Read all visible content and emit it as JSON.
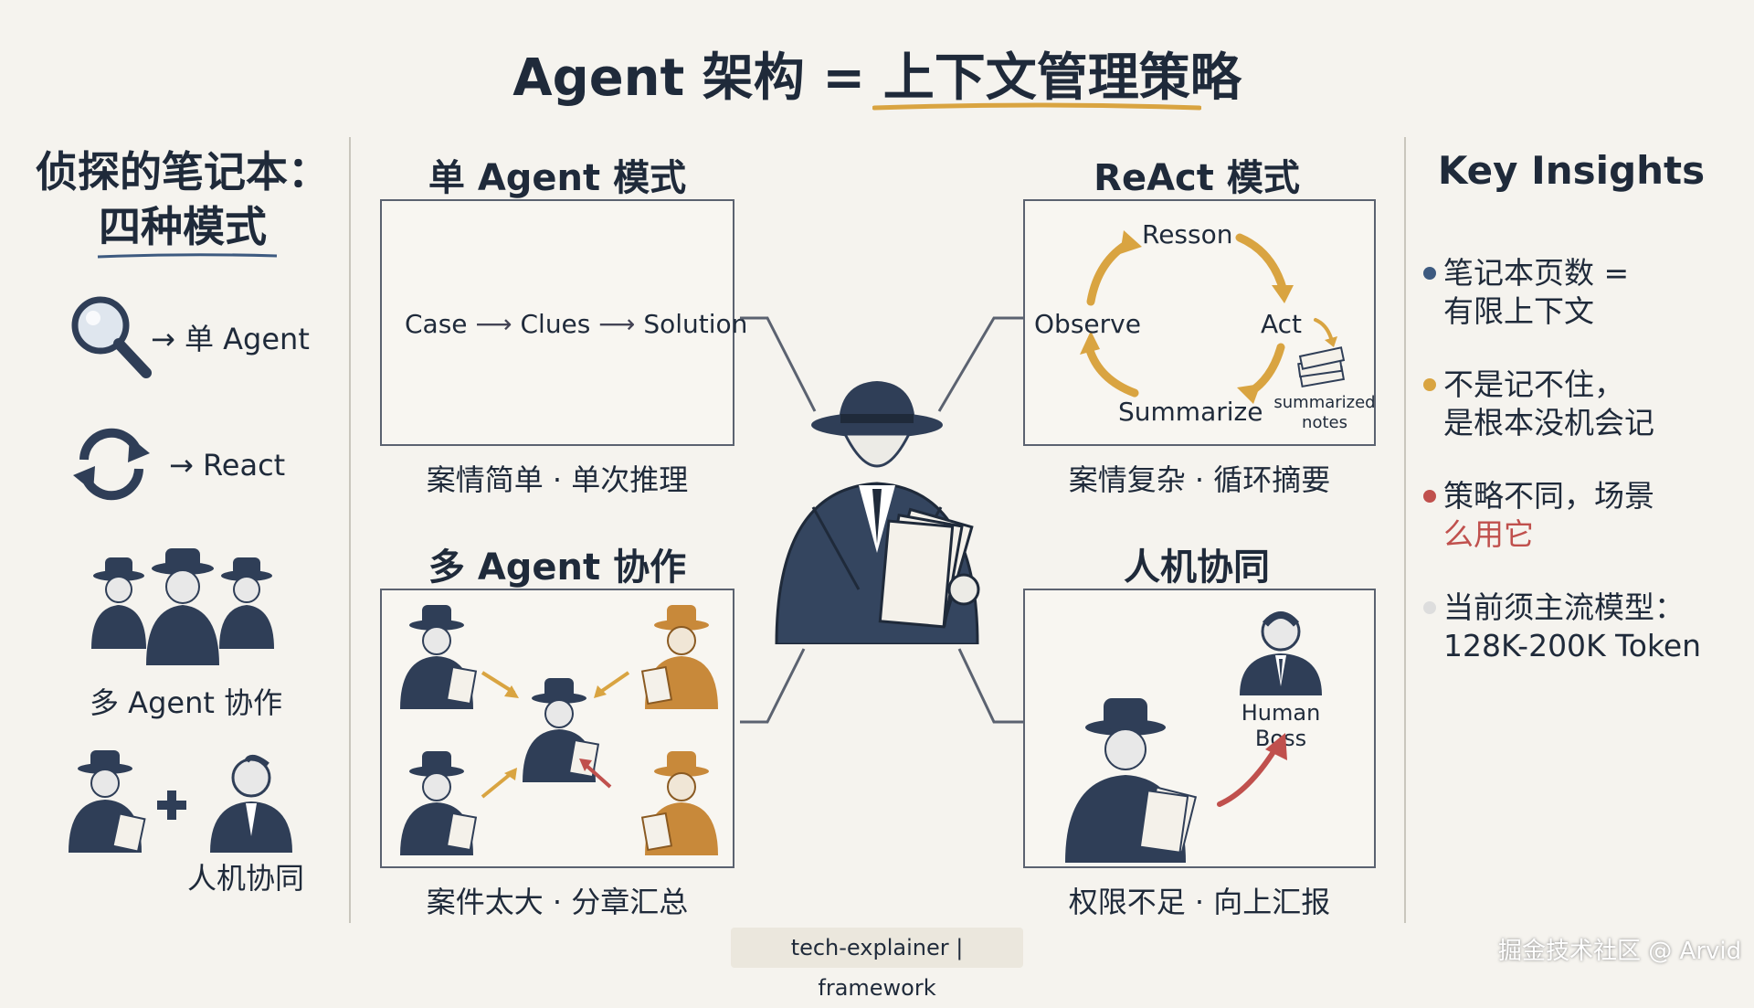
{
  "title": "Agent 架构 = 上下文管理策略",
  "left": {
    "heading_line1": "侦探的笔记本：",
    "heading_line2": "四种模式",
    "items": [
      {
        "icon": "magnifier-icon",
        "label": "→ 单 Agent"
      },
      {
        "icon": "cycle-icon",
        "label": "→ React"
      },
      {
        "icon": "detective-group-icon",
        "label": "多 Agent 协作"
      },
      {
        "icon": "detective-plus-human-icon",
        "label": "人机协同"
      }
    ]
  },
  "single_agent": {
    "title": "单 Agent 模式",
    "flow": [
      "Case",
      "Clues",
      "Solution"
    ],
    "caption": "案情简单 · 单次推理"
  },
  "react": {
    "title": "ReAct 模式",
    "labels": {
      "top": "Resson",
      "left": "Observe",
      "right": "Act",
      "bottom": "Summarize",
      "notes_line1": "summarized",
      "notes_line2": "notes"
    },
    "caption": "案情复杂 · 循环摘要"
  },
  "multi_agent": {
    "title": "多 Agent 协作",
    "caption": "案件太大 · 分章汇总"
  },
  "human": {
    "title": "人机协同",
    "boss_label": "Human Boss",
    "caption": "权限不足 · 向上汇报"
  },
  "insights": {
    "title": "Key Insights",
    "items": [
      {
        "line1": "笔记本页数 =",
        "line2": "有限上下文",
        "color": "#3d5a80"
      },
      {
        "line1": "不是记不住，",
        "line2": "是根本没机会记",
        "color": "#d9a441"
      },
      {
        "line1": "策略不同，场景",
        "line2": "么用它",
        "color": "#c0504d"
      },
      {
        "line1": "当前须主流模型：",
        "line2": "128K-200K Token",
        "color": "#dddddd"
      }
    ]
  },
  "footer": "tech-explainer | framework",
  "watermark": "掘金技术社区 @ Arvid",
  "colors": {
    "navy": "#2f3e57",
    "amber": "#d9a441",
    "red": "#c0504d",
    "line": "#5b6270"
  }
}
